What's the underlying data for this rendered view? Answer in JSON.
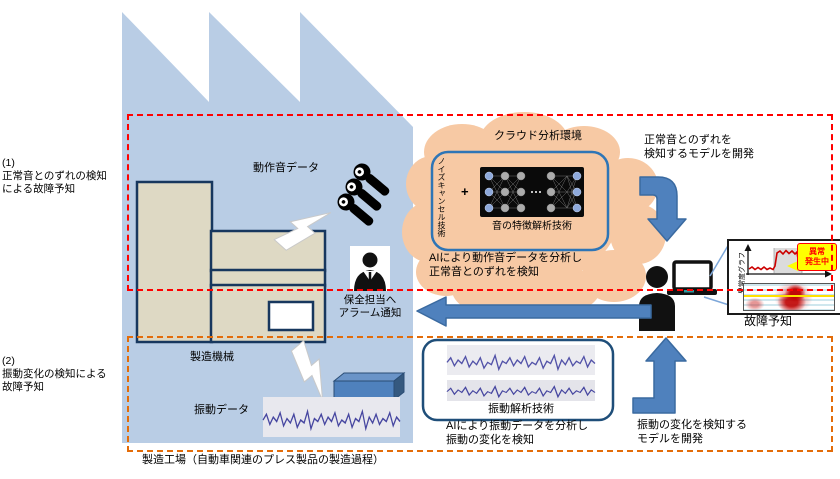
{
  "annotations": {
    "item1_index": "(1)",
    "item1_text": "正常音とのずれの検知\nによる故障予知",
    "item2_index": "(2)",
    "item2_text": "振動変化の検知による\n故障予知"
  },
  "factory": {
    "machine_label": "製造機械",
    "caption": "製造工場（自動車関連のプレス製品の製造過程）",
    "sound_data_label": "動作音データ",
    "vibration_data_label": "振動データ"
  },
  "cloud": {
    "title": "クラウド分析環境",
    "noise_cancel": "ノイズキャンセル技術",
    "plus": "+",
    "sound_feature": "音の特徴解析技術",
    "analysis_note": "AIにより動作音データを分析し\n正常音とのずれを検知"
  },
  "flow1": {
    "model_note": "正常音とのずれを\n検知するモデルを開発",
    "failure_label": "故障予知",
    "alarm_note": "保全担当へ\nアラーム通知"
  },
  "monitor": {
    "y_axis_label": "異常度グラフ",
    "alert": "異常\n発生中"
  },
  "flow2": {
    "panel_label": "振動解析技術",
    "analysis_note": "AIにより振動データを分析し\n振動の変化を検知",
    "model_note": "振動の変化を検知する\nモデルを開発"
  },
  "icons": {
    "microphones": "microphone-icons",
    "lightning": "lightning-bolt-icon",
    "maintenance_person": "maintenance-person-icon",
    "operator_person": "person-icon",
    "laptop": "laptop-icon",
    "sensor": "sensor-box-icon",
    "neural_network": "neural-network-image"
  },
  "colors": {
    "factory_fill": "#b9cde5",
    "cloud_fill": "#f7c9a4",
    "machine_fill": "#ded9c4",
    "machine_border": "#17375e",
    "arrow_blue": "#4f81bd",
    "dashed_red": "#ff0000",
    "dashed_orange": "#e36c09",
    "alert_bg": "#ffff00",
    "alert_text": "#ff0000",
    "waveform_stroke": "#4a4aa0"
  }
}
